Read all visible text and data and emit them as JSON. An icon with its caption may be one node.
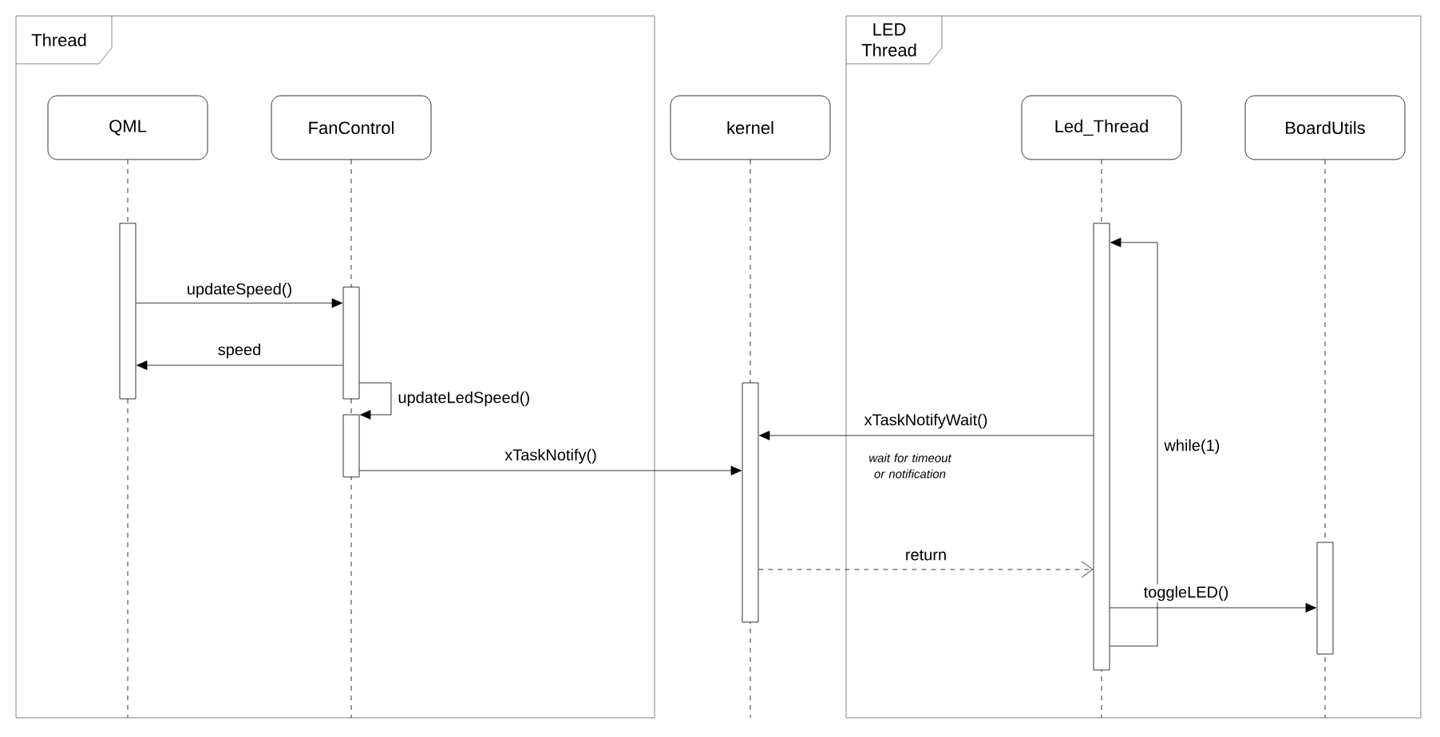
{
  "diagram": {
    "nodes": [
      {
        "text": [
          "Thread"
        ]
      },
      {
        "text": [
          "QML"
        ],
        "in": 0
      },
      {
        "text": [
          "FanControl"
        ],
        "in": 0
      },
      {
        "text": [
          "kernel"
        ]
      },
      {
        "text": [
          "LED Thread"
        ]
      },
      {
        "text": [
          "Led_Thread"
        ],
        "in": 4
      },
      {
        "text": [
          "BoardUtils"
        ],
        "in": 4
      },
      {
        "text": [],
        "shape": "bar",
        "in": 0
      },
      {
        "text": [],
        "shape": "bar",
        "in": 0
      },
      {
        "text": [],
        "shape": "bar",
        "in": 0
      },
      {
        "text": [],
        "shape": "bar"
      },
      {
        "text": [],
        "shape": "bar",
        "in": 4
      },
      {
        "text": [],
        "shape": "bar",
        "in": 4
      }
    ],
    "edges": [
      {
        "from": 7,
        "to": 8,
        "arrow": "to",
        "label": "updateSpeed()"
      },
      {
        "from": 8,
        "to": 7,
        "arrow": "to",
        "label": "speed"
      },
      {
        "from": 8,
        "to": 9,
        "arrow": "to",
        "label": "updateLedSpeed()"
      },
      {
        "from": 9,
        "to": 10,
        "arrow": "to",
        "label": "xTaskNotify()"
      },
      {
        "from": 11,
        "to": 10,
        "arrow": "to",
        "label": "xTaskNotifyWait()"
      },
      {
        "from": 10,
        "to": 11,
        "arrow": "to",
        "label": "return",
        "style": "dashed"
      },
      {
        "from": 11,
        "to": 11,
        "arrow": "to",
        "label": "while(1)"
      },
      {
        "from": 11,
        "to": 12,
        "arrow": "to",
        "label": "toggleLED()"
      }
    ],
    "labels": [
      "wait for timeout or notification"
    ]
  }
}
